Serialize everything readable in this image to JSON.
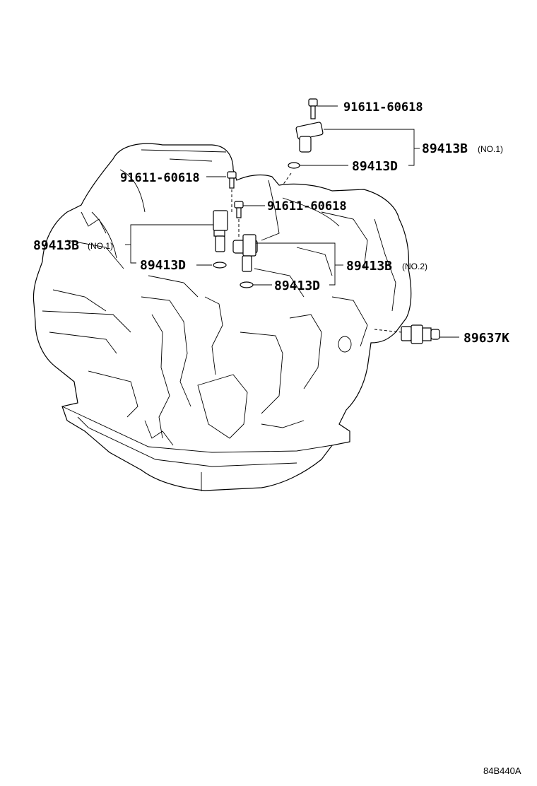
{
  "diagram": {
    "code": "84B440A",
    "labels": [
      {
        "id": "bolt-top",
        "part": "91611-60618",
        "note": ""
      },
      {
        "id": "sensor-top",
        "part": "89413B",
        "note": "(NO.1)"
      },
      {
        "id": "oring-top",
        "part": "89413D",
        "note": ""
      },
      {
        "id": "bolt-left",
        "part": "91611-60618",
        "note": ""
      },
      {
        "id": "bolt-mid",
        "part": "91611-60618",
        "note": ""
      },
      {
        "id": "sensor-left",
        "part": "89413B",
        "note": "(NO.1)"
      },
      {
        "id": "oring-left",
        "part": "89413D",
        "note": ""
      },
      {
        "id": "sensor-right",
        "part": "89413B",
        "note": "(NO.2)"
      },
      {
        "id": "oring-right",
        "part": "89413D",
        "note": ""
      },
      {
        "id": "switch",
        "part": "89637K",
        "note": ""
      }
    ]
  }
}
